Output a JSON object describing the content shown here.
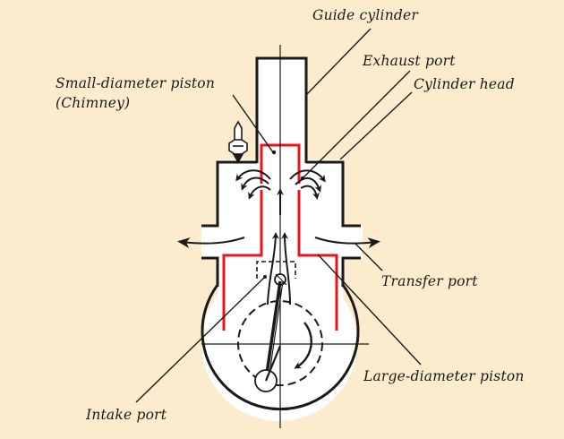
{
  "diagram": {
    "subject": "Two-stroke engine with stepped piston (chimney piston)",
    "colors": {
      "background": "#fcebcd",
      "body_fill": "#ffffff",
      "outline": "#1a1a1a",
      "piston": "#e8161b"
    },
    "labels": {
      "guide_cylinder": "Guide cylinder",
      "exhaust_port": "Exhaust port",
      "cylinder_head": "Cylinder head",
      "small_piston_line1": "Small-diameter piston",
      "small_piston_line2": "(Chimney)",
      "transfer_port": "Transfer port",
      "large_piston": "Large-diameter piston",
      "intake_port": "Intake port"
    },
    "components": [
      {
        "id": "guide-cylinder",
        "name": "Guide cylinder"
      },
      {
        "id": "cylinder-head",
        "name": "Cylinder head"
      },
      {
        "id": "spark-plug",
        "name": "Spark plug"
      },
      {
        "id": "small-diameter-piston",
        "name": "Small-diameter piston (Chimney)"
      },
      {
        "id": "large-diameter-piston",
        "name": "Large-diameter piston"
      },
      {
        "id": "crankcase",
        "name": "Crankcase"
      },
      {
        "id": "connecting-rod",
        "name": "Connecting rod"
      },
      {
        "id": "crank-circle",
        "name": "Crank path (dashed)"
      },
      {
        "id": "exhaust-ports",
        "name": "Exhaust ports (left and right)"
      },
      {
        "id": "transfer-port",
        "name": "Transfer port"
      },
      {
        "id": "intake-port",
        "name": "Intake port"
      }
    ]
  }
}
